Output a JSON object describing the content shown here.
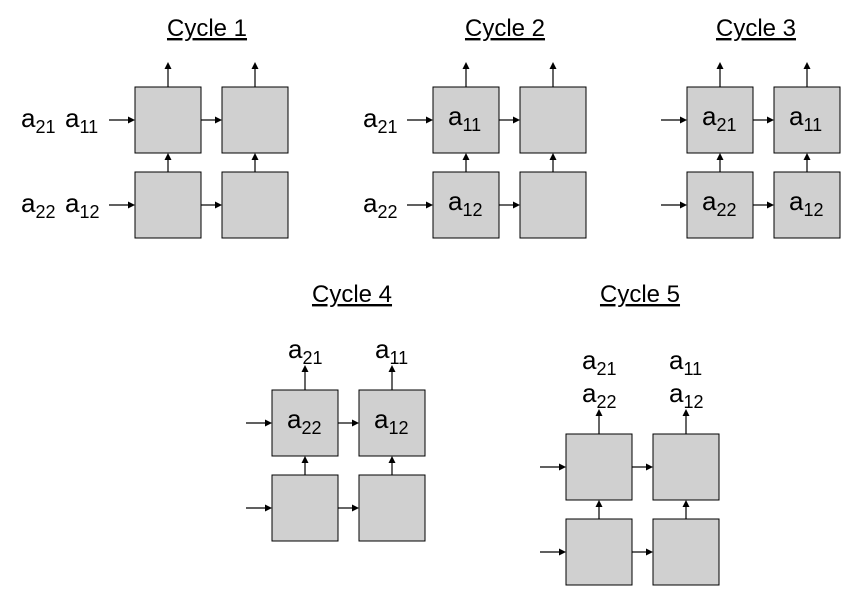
{
  "cycles": [
    {
      "title": "Cycle 1",
      "inputs": [
        [
          {
            "base": "a",
            "sub": "21"
          },
          {
            "base": "a",
            "sub": "11"
          }
        ],
        [
          {
            "base": "a",
            "sub": "22"
          },
          {
            "base": "a",
            "sub": "12"
          }
        ]
      ],
      "cells": [
        [
          null,
          null
        ],
        [
          null,
          null
        ]
      ],
      "outputs": [
        [],
        []
      ]
    },
    {
      "title": "Cycle 2",
      "inputs": [
        [
          {
            "base": "a",
            "sub": "21"
          }
        ],
        [
          {
            "base": "a",
            "sub": "22"
          }
        ]
      ],
      "cells": [
        [
          {
            "base": "a",
            "sub": "11"
          },
          null
        ],
        [
          {
            "base": "a",
            "sub": "12"
          },
          null
        ]
      ],
      "outputs": [
        [],
        []
      ]
    },
    {
      "title": "Cycle 3",
      "inputs": [
        [],
        []
      ],
      "cells": [
        [
          {
            "base": "a",
            "sub": "21"
          },
          {
            "base": "a",
            "sub": "11"
          }
        ],
        [
          {
            "base": "a",
            "sub": "22"
          },
          {
            "base": "a",
            "sub": "12"
          }
        ]
      ],
      "outputs": [
        [],
        []
      ]
    },
    {
      "title": "Cycle 4",
      "inputs": [
        [],
        []
      ],
      "cells": [
        [
          {
            "base": "a",
            "sub": "22"
          },
          {
            "base": "a",
            "sub": "12"
          }
        ],
        [
          null,
          null
        ]
      ],
      "outputs": [
        [
          {
            "base": "a",
            "sub": "21"
          }
        ],
        [
          {
            "base": "a",
            "sub": "11"
          }
        ]
      ]
    },
    {
      "title": "Cycle 5",
      "inputs": [
        [],
        []
      ],
      "cells": [
        [
          null,
          null
        ],
        [
          null,
          null
        ]
      ],
      "outputs": [
        [
          {
            "base": "a",
            "sub": "21"
          },
          {
            "base": "a",
            "sub": "22"
          }
        ],
        [
          {
            "base": "a",
            "sub": "11"
          },
          {
            "base": "a",
            "sub": "12"
          }
        ]
      ]
    }
  ]
}
